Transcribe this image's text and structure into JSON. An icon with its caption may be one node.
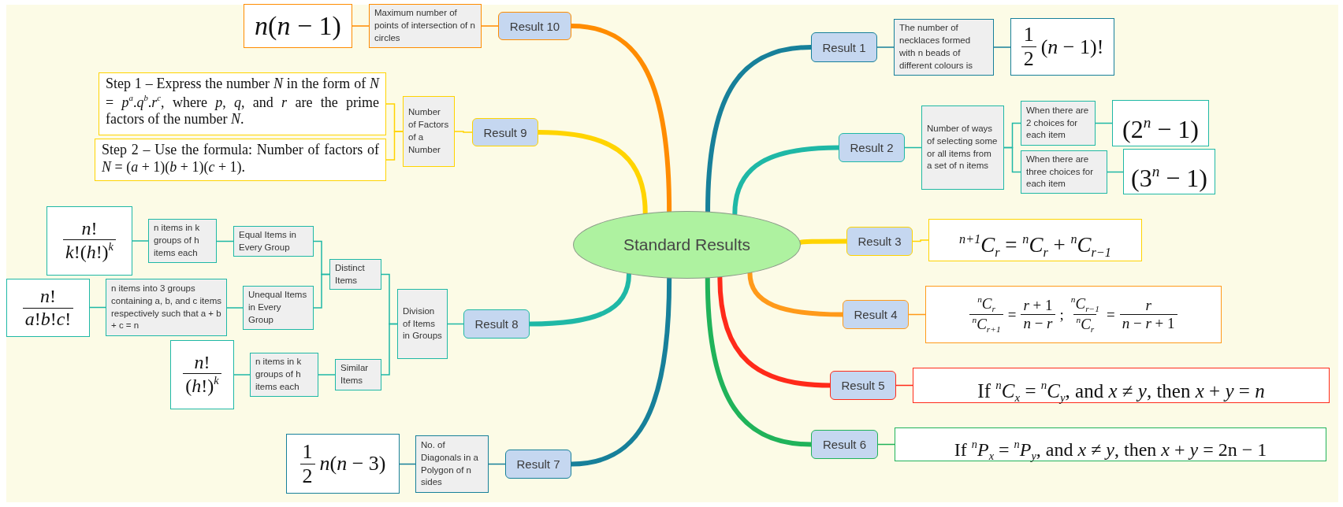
{
  "diagram": {
    "nodes": [
      {
        "text": [
          "Standard Results"
        ]
      },
      {
        "text": [
          "Result 1"
        ]
      },
      {
        "text": [
          "The number of necklaces formed with n beads of different colours is"
        ]
      },
      {
        "text": [
          "1",
          "2",
          "(*n* − 1)!"
        ]
      },
      {
        "text": [
          "Result 2"
        ]
      },
      {
        "text": [
          "Number of ways of selecting some or all items from a set of n items"
        ]
      },
      {
        "text": [
          "When there are 2 choices for each item"
        ]
      },
      {
        "text": [
          "(2$^{n}$ − 1)"
        ]
      },
      {
        "text": [
          "When there are three choices for each item"
        ]
      },
      {
        "text": [
          "(3$^{n}$ − 1)"
        ]
      },
      {
        "text": [
          "Result 3"
        ]
      },
      {
        "text": [
          "$^{n+1}$*C*$_{r}$ = $^{n}$*C*$_{r}$ + $^{n}$*C*$_{r−1}$"
        ]
      },
      {
        "text": [
          "Result 4"
        ]
      },
      {
        "text": [
          "$^{n}$*C*$_{r}$",
          "$^{n}$*C*$_{r+1}$",
          "=",
          "*r* + 1",
          "*n* − *r*",
          ";",
          "$^{n}$*C*$_{r−1}$",
          "$^{n}$*C*$_{r}$",
          "=",
          "*r*",
          "*n* − *r* + 1"
        ]
      },
      {
        "text": [
          "Result 5"
        ]
      },
      {
        "text": [
          "If $^{n}$*C*$_{x}$ = $^{n}$*C*$_{y}$, and *x* ≠ *y*, then *x* + *y* = *n*"
        ]
      },
      {
        "text": [
          "Result 6"
        ]
      },
      {
        "text": [
          "If $^{n}$*P*$_{x}$ = $^{n}$*P*$_{y}$, and *x* ≠ *y*, then *x* + *y* = 2n − 1"
        ]
      },
      {
        "text": [
          "Result 7"
        ]
      },
      {
        "text": [
          "No. of Diagonals in a Polygon of n sides"
        ]
      },
      {
        "text": [
          "1",
          "2",
          "*n*(*n* − 3)"
        ]
      },
      {
        "text": [
          "Result 8"
        ]
      },
      {
        "text": [
          "Division of Items in Groups"
        ]
      },
      {
        "text": [
          "Distinct Items"
        ]
      },
      {
        "text": [
          "Equal Items in Every Group"
        ]
      },
      {
        "text": [
          "n items in k groups of h items each"
        ]
      },
      {
        "text": [
          "*n*!",
          "*k*!(*h*!)$^{k}$"
        ]
      },
      {
        "text": [
          "Unequal Items in Every Group"
        ]
      },
      {
        "text": [
          "n items into 3 groups containing a, b, and c items respectively such that a + b + c = n"
        ]
      },
      {
        "text": [
          "*n*!",
          "*a*!*b*!*c*!"
        ]
      },
      {
        "text": [
          "Similar Items"
        ]
      },
      {
        "text": [
          "n items in k groups of h items each"
        ]
      },
      {
        "text": [
          "*n*!",
          "(*h*!)$^{k}$"
        ]
      },
      {
        "text": [
          "Result 9"
        ]
      },
      {
        "text": [
          "Number of Factors of a Number"
        ]
      },
      {
        "text": [
          "Step 1 – Express the number *N* in the form of *N* = *p*$^{a}$.*q*$^{b}$.*r*$^{c}$, where *p*, *q*, and *r* are the prime factors of the number *N*."
        ]
      },
      {
        "text": [
          "Step 2 – Use the formula: Number of factors of *N* = (*a* + 1)(*b* + 1)(*c* + 1)."
        ]
      },
      {
        "text": [
          "Result 10"
        ]
      },
      {
        "text": [
          "Maximum number of points of intersection of n circles"
        ]
      },
      {
        "text": [
          "*n*(*n* − 1)"
        ]
      }
    ],
    "edges": [
      {
        "from": 0,
        "to": 1,
        "arrow": "none",
        "style": "thick",
        "color": "#17809a"
      },
      {
        "from": 1,
        "to": 2,
        "arrow": "none",
        "color": "#17809a"
      },
      {
        "from": 2,
        "to": 3,
        "arrow": "none",
        "color": "#17809a"
      },
      {
        "from": 0,
        "to": 4,
        "arrow": "none",
        "style": "thick",
        "color": "#1fb8a6"
      },
      {
        "from": 4,
        "to": 5,
        "arrow": "none",
        "color": "#1fb8a6"
      },
      {
        "from": 5,
        "to": 6,
        "arrow": "none",
        "color": "#1fb8a6"
      },
      {
        "from": 6,
        "to": 7,
        "arrow": "none",
        "color": "#1fb8a6"
      },
      {
        "from": 5,
        "to": 8,
        "arrow": "none",
        "color": "#1fb8a6"
      },
      {
        "from": 8,
        "to": 9,
        "arrow": "none",
        "color": "#1fb8a6"
      },
      {
        "from": 0,
        "to": 10,
        "arrow": "none",
        "style": "thick",
        "color": "#ffd400"
      },
      {
        "from": 10,
        "to": 11,
        "arrow": "none",
        "color": "#ffd400"
      },
      {
        "from": 0,
        "to": 12,
        "arrow": "none",
        "style": "thick",
        "color": "#ff9a1a"
      },
      {
        "from": 12,
        "to": 13,
        "arrow": "none",
        "color": "#ff9a1a"
      },
      {
        "from": 0,
        "to": 14,
        "arrow": "none",
        "style": "thick",
        "color": "#ff2a1a"
      },
      {
        "from": 14,
        "to": 15,
        "arrow": "none",
        "color": "#ff2a1a"
      },
      {
        "from": 0,
        "to": 16,
        "arrow": "none",
        "style": "thick",
        "color": "#20b35a"
      },
      {
        "from": 16,
        "to": 17,
        "arrow": "none",
        "color": "#20b35a"
      },
      {
        "from": 0,
        "to": 18,
        "arrow": "none",
        "style": "thick",
        "color": "#17809a"
      },
      {
        "from": 18,
        "to": 19,
        "arrow": "none",
        "color": "#17809a"
      },
      {
        "from": 19,
        "to": 20,
        "arrow": "none",
        "color": "#17809a"
      },
      {
        "from": 0,
        "to": 21,
        "arrow": "none",
        "style": "thick",
        "color": "#1fb8a6"
      },
      {
        "from": 21,
        "to": 22,
        "arrow": "none",
        "color": "#1fb8a6"
      },
      {
        "from": 22,
        "to": 23,
        "arrow": "none",
        "color": "#1fb8a6"
      },
      {
        "from": 23,
        "to": 24,
        "arrow": "none",
        "color": "#1fb8a6"
      },
      {
        "from": 24,
        "to": 25,
        "arrow": "none",
        "color": "#1fb8a6"
      },
      {
        "from": 25,
        "to": 26,
        "arrow": "none",
        "color": "#1fb8a6"
      },
      {
        "from": 23,
        "to": 27,
        "arrow": "none",
        "color": "#1fb8a6"
      },
      {
        "from": 27,
        "to": 28,
        "arrow": "none",
        "color": "#1fb8a6"
      },
      {
        "from": 28,
        "to": 29,
        "arrow": "none",
        "color": "#1fb8a6"
      },
      {
        "from": 22,
        "to": 30,
        "arrow": "none",
        "color": "#1fb8a6"
      },
      {
        "from": 30,
        "to": 31,
        "arrow": "none",
        "color": "#1fb8a6"
      },
      {
        "from": 31,
        "to": 32,
        "arrow": "none",
        "color": "#1fb8a6"
      },
      {
        "from": 0,
        "to": 33,
        "arrow": "none",
        "style": "thick",
        "color": "#ffd400"
      },
      {
        "from": 33,
        "to": 34,
        "arrow": "none",
        "color": "#ffd400"
      },
      {
        "from": 34,
        "to": 35,
        "arrow": "none",
        "color": "#ffd400"
      },
      {
        "from": 34,
        "to": 36,
        "arrow": "none",
        "color": "#ffd400"
      },
      {
        "from": 0,
        "to": 37,
        "arrow": "none",
        "style": "thick",
        "color": "#ff8c00"
      },
      {
        "from": 37,
        "to": 38,
        "arrow": "none",
        "color": "#ff8c00"
      },
      {
        "from": 38,
        "to": 39,
        "arrow": "none",
        "color": "#ff8c00"
      }
    ]
  }
}
